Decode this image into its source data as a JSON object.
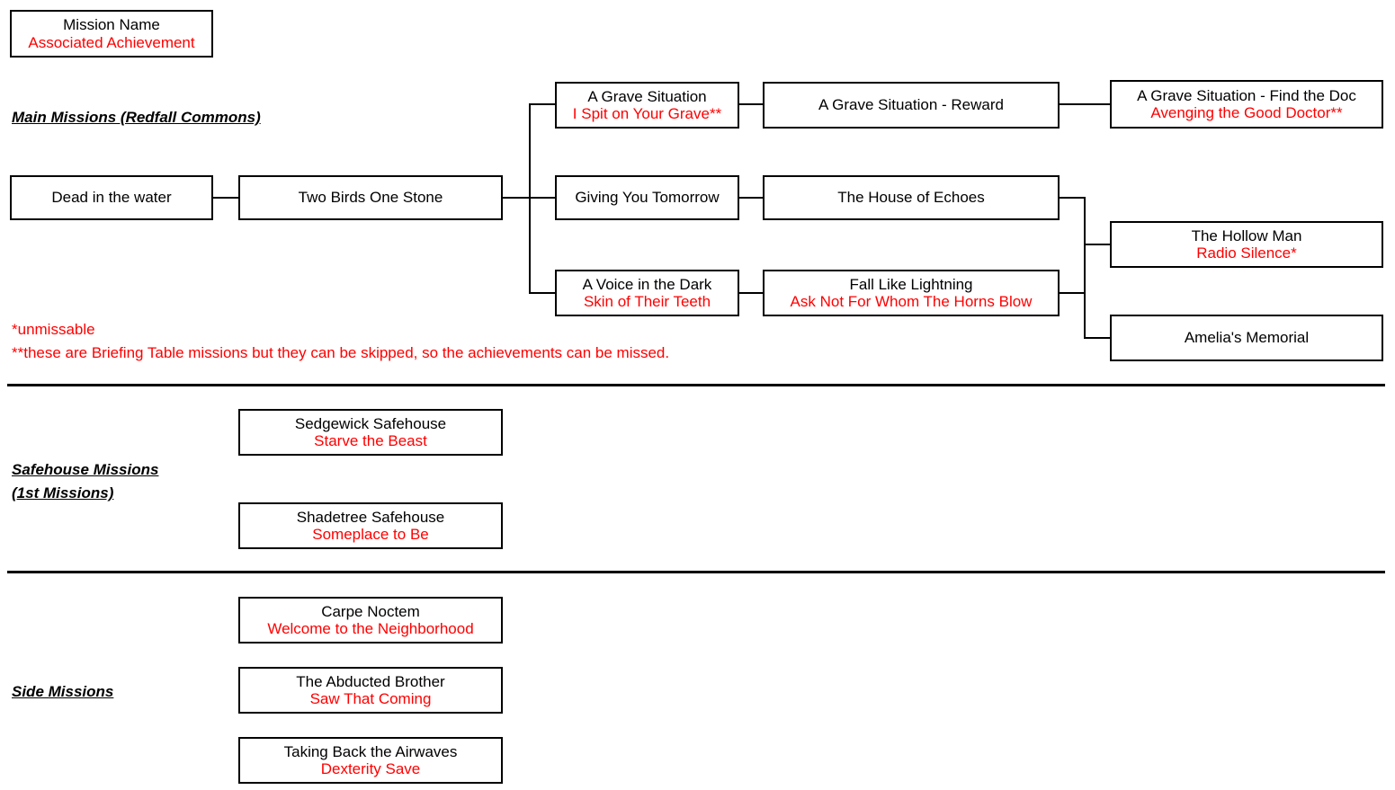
{
  "legend": {
    "title": "Mission Name",
    "achievement": "Associated Achievement"
  },
  "sections": {
    "main": {
      "label": "Main Missions (Redfall Commons)"
    },
    "safehouse": {
      "label_line1": "Safehouse Missions",
      "label_line2": "(1st Missions)"
    },
    "side": {
      "label": "Side Missions"
    }
  },
  "footnotes": {
    "line1": "*unmissable",
    "line2": "**these are Briefing Table missions but they can be skipped, so the achievements can be missed."
  },
  "colors": {
    "mission_title": "#000000",
    "achievement": "#ff0000",
    "border": "#000000",
    "background": "#ffffff"
  },
  "main_missions": [
    {
      "title": "Dead in the water",
      "achievement": ""
    },
    {
      "title": "Two Birds One Stone",
      "achievement": ""
    },
    {
      "title": "A Grave Situation",
      "achievement": "I Spit on Your Grave**"
    },
    {
      "title": "A Grave Situation - Reward",
      "achievement": ""
    },
    {
      "title": "A Grave Situation - Find the Doc",
      "achievement": "Avenging the Good Doctor**"
    },
    {
      "title": "Giving You Tomorrow",
      "achievement": ""
    },
    {
      "title": "The House of Echoes",
      "achievement": ""
    },
    {
      "title": "A Voice in the Dark",
      "achievement": "Skin of Their Teeth"
    },
    {
      "title": "Fall Like Lightning",
      "achievement": "Ask Not For Whom The Horns Blow"
    },
    {
      "title": "The Hollow Man",
      "achievement": "Radio Silence*"
    },
    {
      "title": "Amelia's Memorial",
      "achievement": ""
    }
  ],
  "safehouse_missions": [
    {
      "title": "Sedgewick Safehouse",
      "achievement": "Starve the Beast"
    },
    {
      "title": "Shadetree Safehouse",
      "achievement": "Someplace to Be"
    }
  ],
  "side_missions": [
    {
      "title": "Carpe Noctem",
      "achievement": "Welcome to the Neighborhood"
    },
    {
      "title": "The Abducted Brother",
      "achievement": "Saw That Coming"
    },
    {
      "title": "Taking Back the Airwaves",
      "achievement": "Dexterity Save"
    }
  ]
}
